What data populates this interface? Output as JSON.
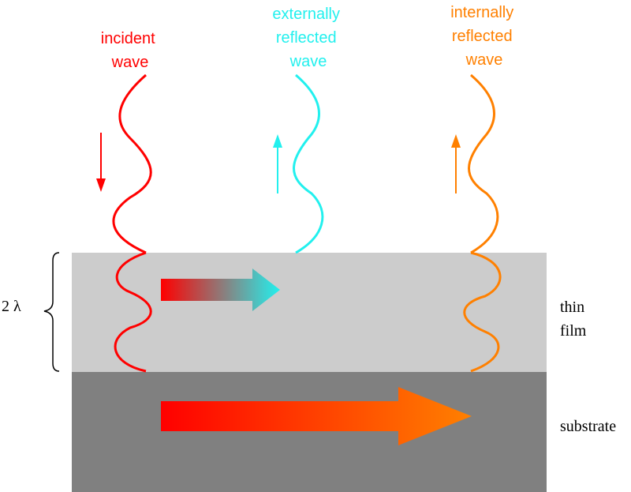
{
  "title": "Thin film interference diagram",
  "colors": {
    "incident": "#ff0000",
    "external": "#22f0ee",
    "internal": "#ff8000",
    "film": "#cccccc",
    "substrate": "#808080",
    "arrow_start": "#ff0000"
  },
  "labels": {
    "incident": [
      "incident",
      "wave"
    ],
    "external": [
      "externally",
      "reflected",
      "wave"
    ],
    "internal": [
      "internally",
      "reflected",
      "wave"
    ],
    "thickness": "2 λ",
    "film": [
      "thin",
      "film"
    ],
    "substrate": "substrate"
  },
  "icons": {
    "incident_direction": "arrow-down-icon",
    "external_direction": "arrow-up-icon",
    "internal_direction": "arrow-up-icon",
    "thickness_brace": "curly-brace-icon"
  }
}
